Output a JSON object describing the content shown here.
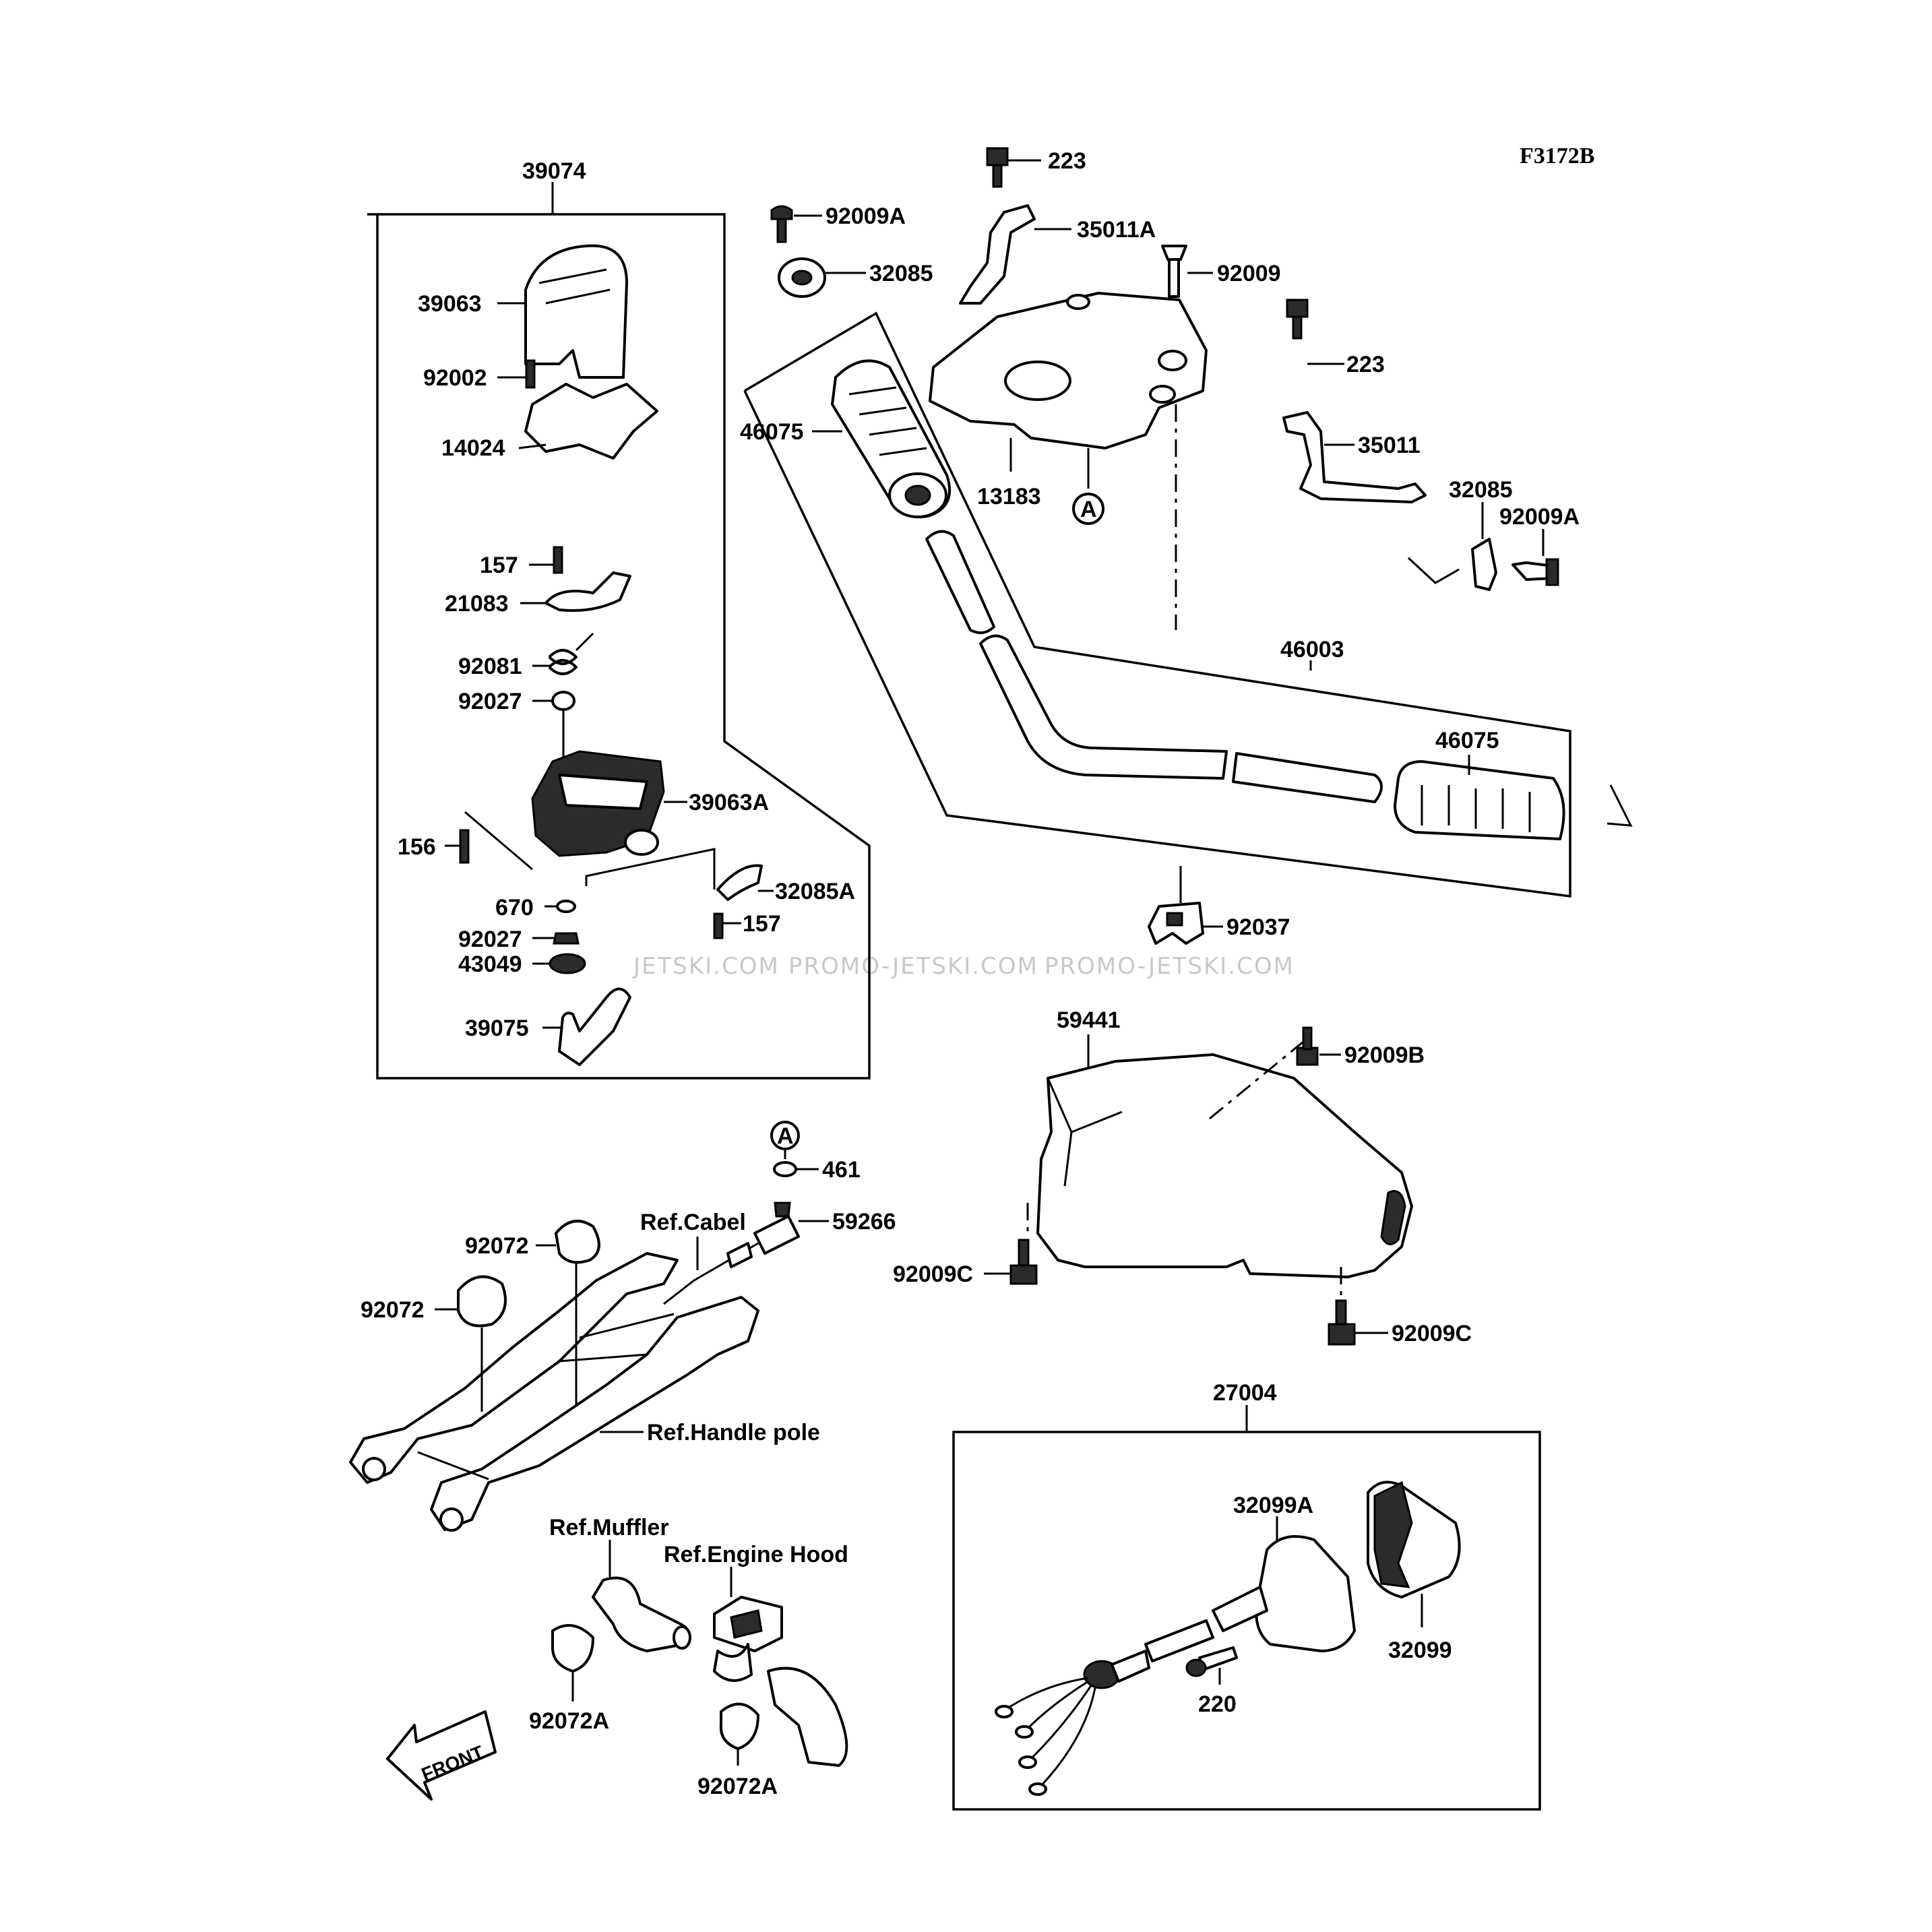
{
  "figure_code": "F3172B",
  "watermark": [
    "JETSKI.COM",
    "PROMO-JETSKI.COM",
    "PROMO-JETSKI.COM"
  ],
  "callouts": {
    "p39074": "39074",
    "p39063": "39063",
    "p92002": "92002",
    "p14024": "14024",
    "p157a": "157",
    "p21083": "21083",
    "p92081": "92081",
    "p92027a": "92027",
    "p39063A": "39063A",
    "p156": "156",
    "p670": "670",
    "p32085A": "32085A",
    "p157b": "157",
    "p92027b": "92027",
    "p43049": "43049",
    "p39075": "39075",
    "p223a": "223",
    "p92009Aa": "92009A",
    "p35011A": "35011A",
    "p32085a": "32085",
    "p92009": "92009",
    "p223b": "223",
    "p46075a": "46075",
    "p13183": "13183",
    "p35011": "35011",
    "p32085b": "32085",
    "p92009Ab": "92009A",
    "p46003": "46003",
    "p46075b": "46075",
    "p92037": "92037",
    "p59441": "59441",
    "p92009B": "92009B",
    "p92009Ca": "92009C",
    "p92009Cb": "92009C",
    "p461": "461",
    "p59266": "59266",
    "p92072a": "92072",
    "p92072b": "92072",
    "p27004": "27004",
    "p32099A": "32099A",
    "p32099": "32099",
    "p220": "220",
    "p92072Aa": "92072A",
    "p92072Ab": "92072A"
  },
  "reference_labels": {
    "cable": "Ref.Cabel",
    "handle_pole": "Ref.Handle pole",
    "muffler": "Ref.Muffler",
    "engine_hood": "Ref.Engine Hood"
  },
  "circle_marker": "A",
  "front_arrow": "FRONT"
}
